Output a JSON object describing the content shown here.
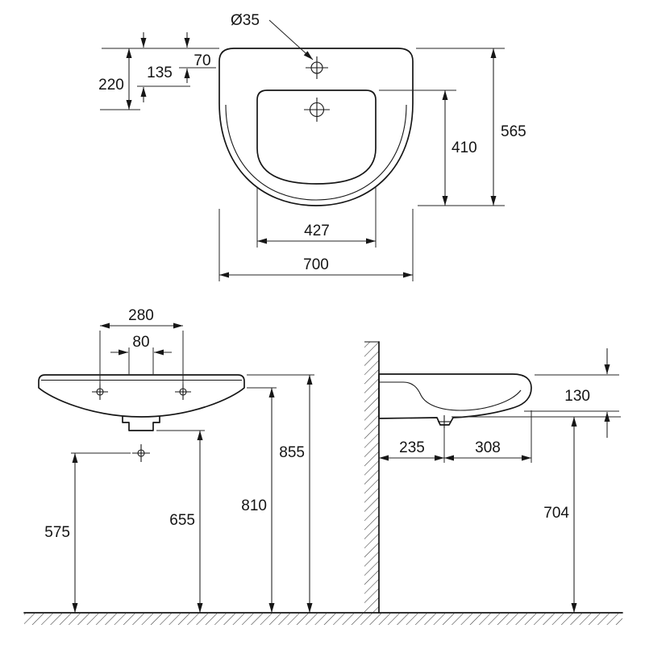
{
  "drawing": {
    "background": "#ffffff",
    "line_color": "#161616",
    "views": {
      "top": {
        "tap_hole_diameter": "Ø35",
        "dims": {
          "rear_to_tap_hole": "70",
          "rear_to_mid": "135",
          "rear_to_overflow": "220",
          "bowl_depth": "410",
          "overall_depth": "565",
          "bowl_width": "427",
          "overall_width": "700"
        }
      },
      "front": {
        "dims": {
          "fixing_hole_spacing": "280",
          "bracket_width": "80",
          "trap_outlet_height": "575",
          "bracket_bottom_height": "655",
          "basin_underside_height": "810",
          "rim_height": "855"
        }
      },
      "side": {
        "dims": {
          "front_edge_height": "130",
          "wall_to_drain": "235",
          "drain_to_front": "308",
          "underside_front_height": "704"
        }
      }
    }
  }
}
